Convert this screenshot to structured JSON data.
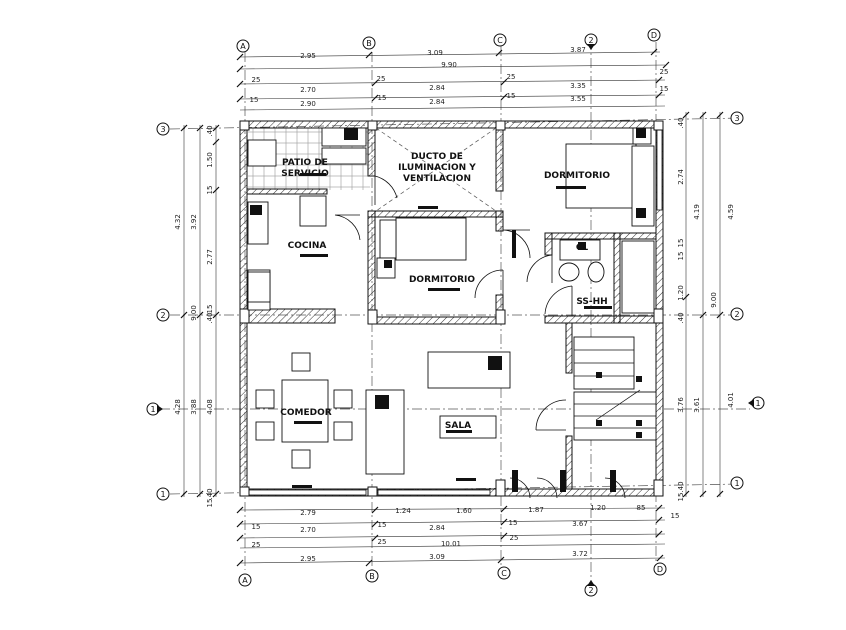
{
  "rooms": {
    "patio_line1": "PATIO DE",
    "patio_line2": "SERVICIO",
    "ducto_line1": "DUCTO DE",
    "ducto_line2": "ILUMINACION Y",
    "ducto_line3": "VENTILACION",
    "dormitorio_right": "DORMITORIO",
    "dormitorio_center": "DORMITORIO",
    "cocina": "COCINA",
    "closet": "CL",
    "bath": "SS-HH",
    "comedor": "COMEDOR",
    "sala": "SALA"
  },
  "axes": {
    "cols": [
      "A",
      "B",
      "C",
      "D"
    ],
    "rows": [
      "3",
      "2",
      "1"
    ],
    "section": [
      "1",
      "2"
    ]
  },
  "dims_top": {
    "row1": [
      "2.95",
      "3.09",
      "3.87"
    ],
    "total": "9.90",
    "row2_small": [
      "25",
      "25",
      "25",
      "25"
    ],
    "row3": [
      "2.70",
      "2.84",
      "3.35"
    ],
    "row4_small": [
      "15",
      "15",
      "15",
      "15"
    ],
    "row5": [
      "2.90",
      "2.84",
      "3.55"
    ]
  },
  "dims_bottom": {
    "row1": [
      "2.79",
      "1.24",
      "1.60",
      "1.87",
      "1.20",
      "85"
    ],
    "row2_small": [
      "15",
      "15",
      "15",
      "15"
    ],
    "row3": [
      "2.70",
      "2.84",
      "3.67"
    ],
    "row4_small": [
      "25",
      "25",
      "25"
    ],
    "total": "10.01",
    "row5": [
      "2.95",
      "3.09",
      "3.72"
    ]
  },
  "dims_left": {
    "outer": [
      "4.32",
      "9.00",
      "4.28"
    ],
    "inner": [
      ".40",
      "1.50",
      "15",
      "3.92",
      "2.77",
      "15",
      ".40",
      "3.88",
      "4.08",
      ".40",
      "15"
    ]
  },
  "dims_right": {
    "outer": [
      "4.59",
      "9.00",
      "4.01"
    ],
    "inner": [
      ".40",
      "2.74",
      "4.19",
      "15",
      "15",
      "1.20",
      ".40",
      "3.76",
      "3.61",
      ".40",
      "15"
    ]
  }
}
